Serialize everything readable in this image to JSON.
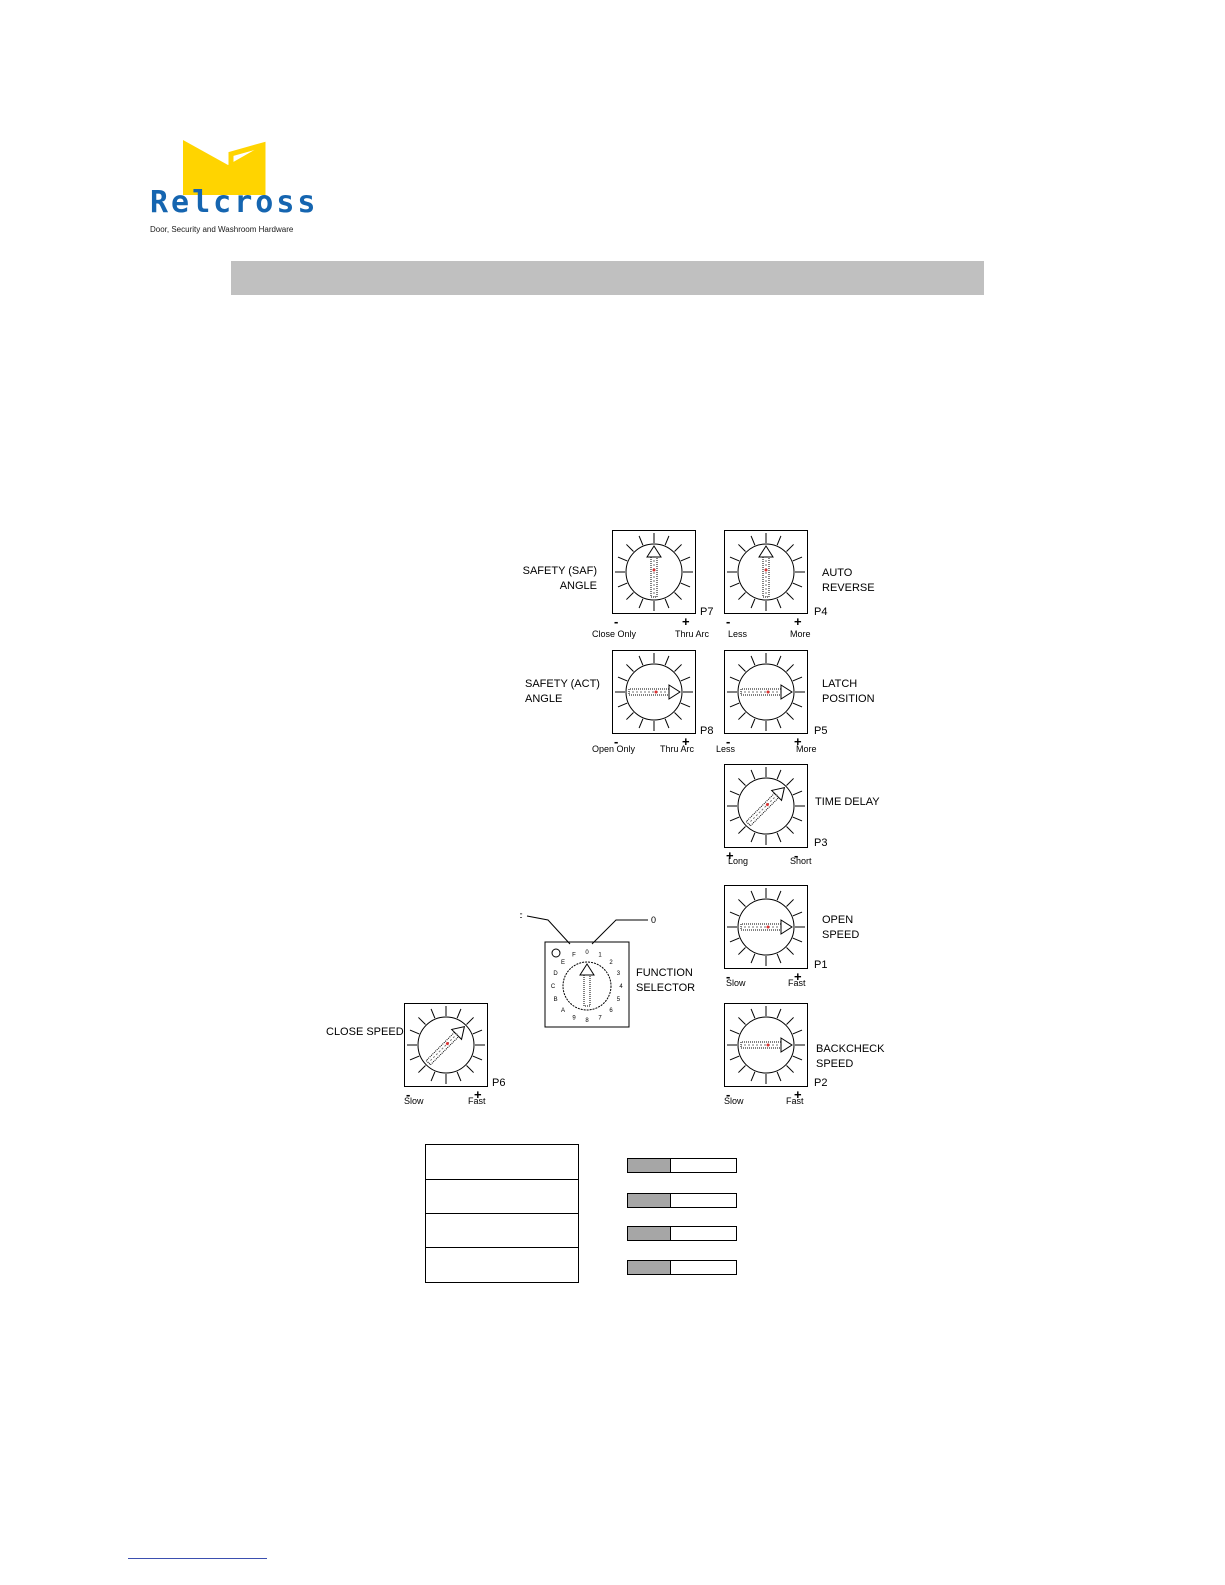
{
  "logo": {
    "brand": "Relcross",
    "tagline": "Door, Security and Washroom Hardware",
    "colors": {
      "yellow": "#ffd400",
      "blue": "#1565b0"
    }
  },
  "header_bar": {
    "color": "#c0c0c0"
  },
  "dials": [
    {
      "id": "p7",
      "code": "P7",
      "title": "SAFETY (SAF)\nANGLE",
      "minus_label": "Close Only",
      "plus_label": "Thru Arc",
      "left_sign": "-",
      "right_sign": "+",
      "rotation_deg": 0
    },
    {
      "id": "p4",
      "code": "P4",
      "title": "AUTO\nREVERSE",
      "minus_label": "Less",
      "plus_label": "More",
      "left_sign": "-",
      "right_sign": "+",
      "rotation_deg": 0
    },
    {
      "id": "p8",
      "code": "P8",
      "title": "SAFETY (ACT)\nANGLE",
      "minus_label": "Open Only",
      "plus_label": "Thru Arc",
      "left_sign": "-",
      "right_sign": "+",
      "rotation_deg": 90
    },
    {
      "id": "p5",
      "code": "P5",
      "title": "LATCH\nPOSITION",
      "minus_label": "Less",
      "plus_label": "More",
      "left_sign": "-",
      "right_sign": "+",
      "rotation_deg": 90
    },
    {
      "id": "p3",
      "code": "P3",
      "title": "TIME DELAY",
      "minus_label": "Long",
      "plus_label": "Short",
      "left_sign": "+",
      "right_sign": "-",
      "rotation_deg": 45
    },
    {
      "id": "p1",
      "code": "P1",
      "title": "OPEN\nSPEED",
      "minus_label": "Slow",
      "plus_label": "Fast",
      "left_sign": "-",
      "right_sign": "+",
      "rotation_deg": 90
    },
    {
      "id": "p2",
      "code": "P2",
      "title": "BACKCHECK\nSPEED",
      "minus_label": "Slow",
      "plus_label": "Fast",
      "left_sign": "-",
      "right_sign": "+",
      "rotation_deg": 90
    },
    {
      "id": "p6",
      "code": "P6",
      "title": "CLOSE SPEED",
      "minus_label": "Slow",
      "plus_label": "Fast",
      "left_sign": "-",
      "right_sign": "+",
      "rotation_deg": 45
    }
  ],
  "function_selector": {
    "title": "FUNCTION\nSELECTOR",
    "pointer_labels": [
      "F",
      "0"
    ],
    "digits": [
      "0",
      "1",
      "2",
      "3",
      "4",
      "5",
      "6",
      "7",
      "8",
      "9",
      "A",
      "B",
      "C",
      "D",
      "E",
      "F"
    ]
  },
  "levels": [
    {
      "fraction": 0.4
    },
    {
      "fraction": 0.4
    },
    {
      "fraction": 0.4
    },
    {
      "fraction": 0.4
    }
  ]
}
